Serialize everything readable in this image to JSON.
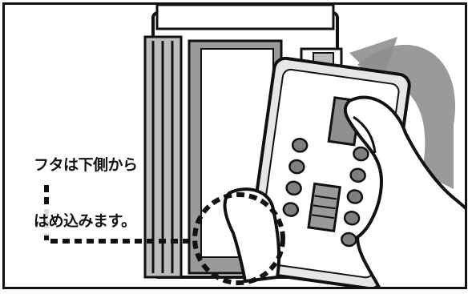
{
  "caption": {
    "line1": "フタは下側から",
    "line2": "はめ込みます。"
  },
  "colors": {
    "ink": "#111111",
    "shadow_gray": "#8a8a8a",
    "light_gray": "#cfcfcf",
    "paper": "#ffffff"
  },
  "icons": {
    "box": "key-box-body",
    "lid": "key-box-lid",
    "hand": "hand",
    "arrow": "rotation-arrow",
    "highlight": "dashed-circle-callout"
  }
}
